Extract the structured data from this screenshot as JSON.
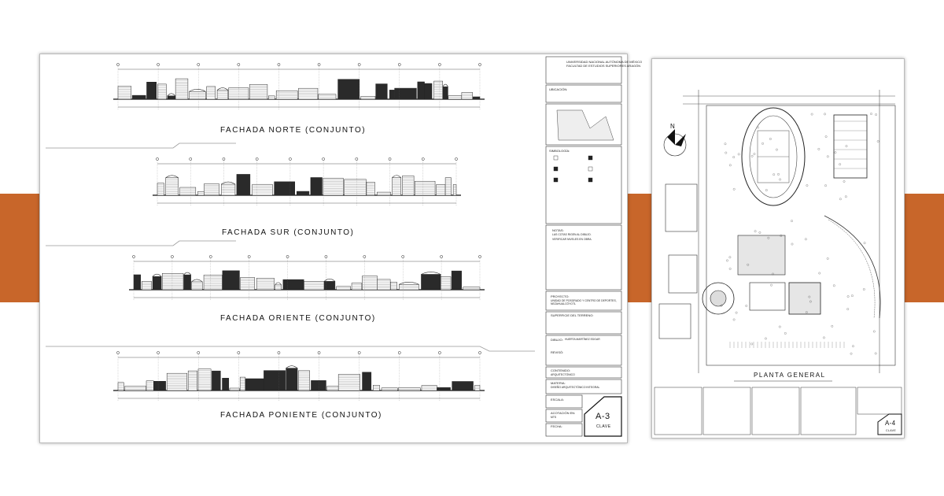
{
  "sheet_a3": {
    "titles": {
      "norte": "FACHADA NORTE (CONJUNTO)",
      "sur": "FACHADA SUR (CONJUNTO)",
      "oriente": "FACHADA ORIENTE (CONJUNTO)",
      "poniente": "FACHADA PONIENTE (CONJUNTO)"
    },
    "title_block": {
      "university": "UNIVERSIDAD NACIONAL AUTÓNOMA DE MÉXICO",
      "faculty": "FACULTAD DE ESTUDIOS SUPERIORES ARAGÓN",
      "ubicacion_label": "UBICACIÓN:",
      "simbologia_label": "SIMBOLOGÍA:",
      "notas_label": "NOTAS:",
      "notas": [
        "LAS COTAS RIGEN AL DIBUJO.",
        "VERIFICAR NIVELES EN OBRA."
      ],
      "proyecto_label": "PROYECTO:",
      "proyecto": "UNIDAD DE POSGRADO Y CENTRO DE DEPORTES, NEZAHUALCÓYOTL",
      "superficie_label": "SUPERFICIE DEL TERRENO:",
      "dibujo_label": "DIBUJO:",
      "dibujo": "HUERTA MARTÍNEZ EDGAR",
      "reviso_label": "REVISÓ:",
      "contenido_label": "CONTENIDO:",
      "contenido": "ARQUITECTÓNICO",
      "materia_label": "MATERIA:",
      "materia": "DISEÑO ARQUITECTÓNICO INTEGRAL",
      "escala_label": "ESCALA:",
      "acotacion_label": "ACOTACIÓN EN:",
      "acotacion": "MTS",
      "fecha_label": "FECHA:",
      "clave_code": "A-3",
      "clave_label": "CLAVE"
    }
  },
  "sheet_a4": {
    "title": "PLANTA GENERAL",
    "north_label": "N",
    "title_block": {
      "clave_code": "A-4",
      "clave_label": "CLAVE"
    }
  }
}
